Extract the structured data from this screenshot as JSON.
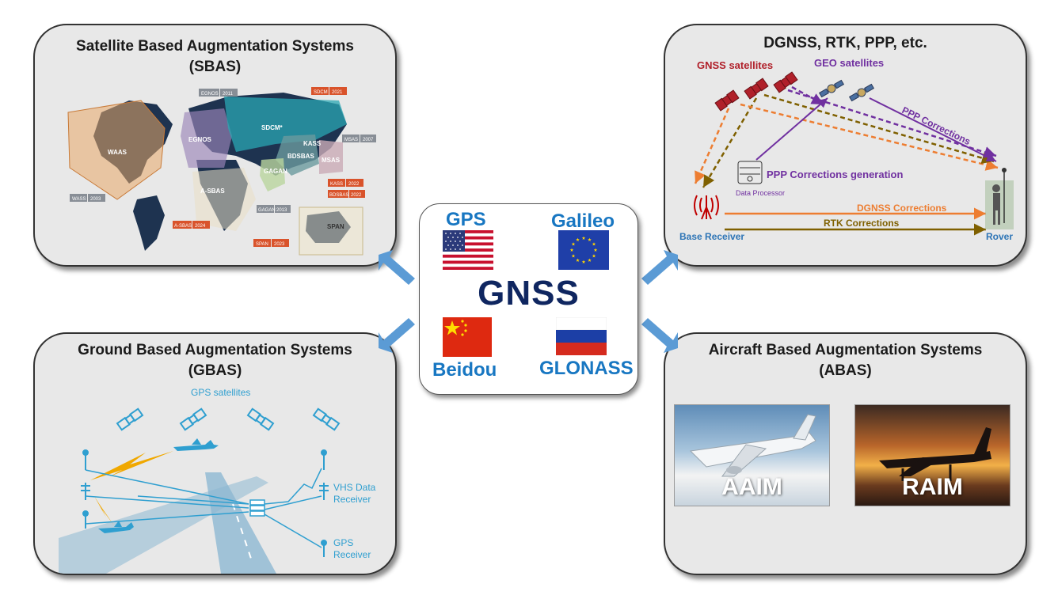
{
  "center": {
    "title": "GNSS",
    "systems": [
      {
        "name": "GPS"
      },
      {
        "name": "Galileo"
      },
      {
        "name": "Beidou"
      },
      {
        "name": "GLONASS"
      }
    ]
  },
  "sbas": {
    "title_line1": "Satellite Based Augmentation Systems",
    "title_line2": "(SBAS)",
    "regions": {
      "waas": "WAAS",
      "egnos": "EGNOS",
      "sdcm": "SDCM*",
      "kass": "KASS",
      "bdsbas": "BDSBAS",
      "msas": "MSAS",
      "gagan": "GAGAN",
      "asbas": "A-SBAS",
      "span": "SPAN"
    },
    "tags": {
      "egnos": "EGNOS",
      "egnos_year": "2011",
      "sdcm": "SDCM",
      "sdcm_year": "2021",
      "msas": "MSAS",
      "msas_year": "2007",
      "waas": "WASS",
      "waas_year": "2003",
      "kass": "KASS",
      "kass_year": "2022",
      "bdsbas": "BDSBAS",
      "bdsbas_year": "2022",
      "gagan": "GAGAN",
      "gagan_year": "2013",
      "asbas": "A-SBAS",
      "asbas_year": "2024",
      "span": "SPAN",
      "span_year": "2023"
    },
    "colors": {
      "waas": "#e8a868",
      "egnos": "#9b86b8",
      "sdcm": "#2aa7b3",
      "kass": "#6a9a9e",
      "msas": "#c9aab5",
      "gagan": "#b9d59e",
      "asbas": "#e9dfc4",
      "span": "#f0e6c8",
      "land": "#1e3350",
      "tag_red": "#d9532b",
      "tag_gray": "#888e96"
    }
  },
  "dgnss": {
    "title": "DGNSS, RTK, PPP, etc.",
    "gnss_satellites": "GNSS satellites",
    "geo_satellites": "GEO satellites",
    "ppp_corrections": "PPP Corrections",
    "ppp_generation": "PPP Corrections generation",
    "data_processor": "Data Processor",
    "base_receiver": "Base Receiver",
    "dgnss_corrections": "DGNSS Corrections",
    "rtk_corrections": "RTK Corrections",
    "rover": "Rover",
    "colors": {
      "gnss": "#b0202a",
      "geo": "#7030a0",
      "dgnss": "#ed7d31",
      "rtk": "#7f6000",
      "label": "#2e75b6"
    }
  },
  "gbas": {
    "title_line1": "Ground Based Augmentation Systems",
    "title_line2": "(GBAS)",
    "gps_satellites": "GPS satellites",
    "vhs_line1": "VHS Data",
    "vhs_line2": "Receiver",
    "gps_line1": "GPS",
    "gps_line2": "Receiver",
    "colors": {
      "line": "#2f9fd0",
      "runway": "#8db8d2",
      "lightning": "#f0a800"
    }
  },
  "abas": {
    "title_line1": "Aircraft Based Augmentation Systems",
    "title_line2": "(ABAS)",
    "left_photo": "AAIM",
    "right_photo": "RAIM"
  },
  "icons": [
    "arrow-icon",
    "satellite-icon",
    "antenna-icon",
    "server-icon",
    "airplane-icon",
    "flag-icon"
  ],
  "arrow_color": "#5b9bd5"
}
